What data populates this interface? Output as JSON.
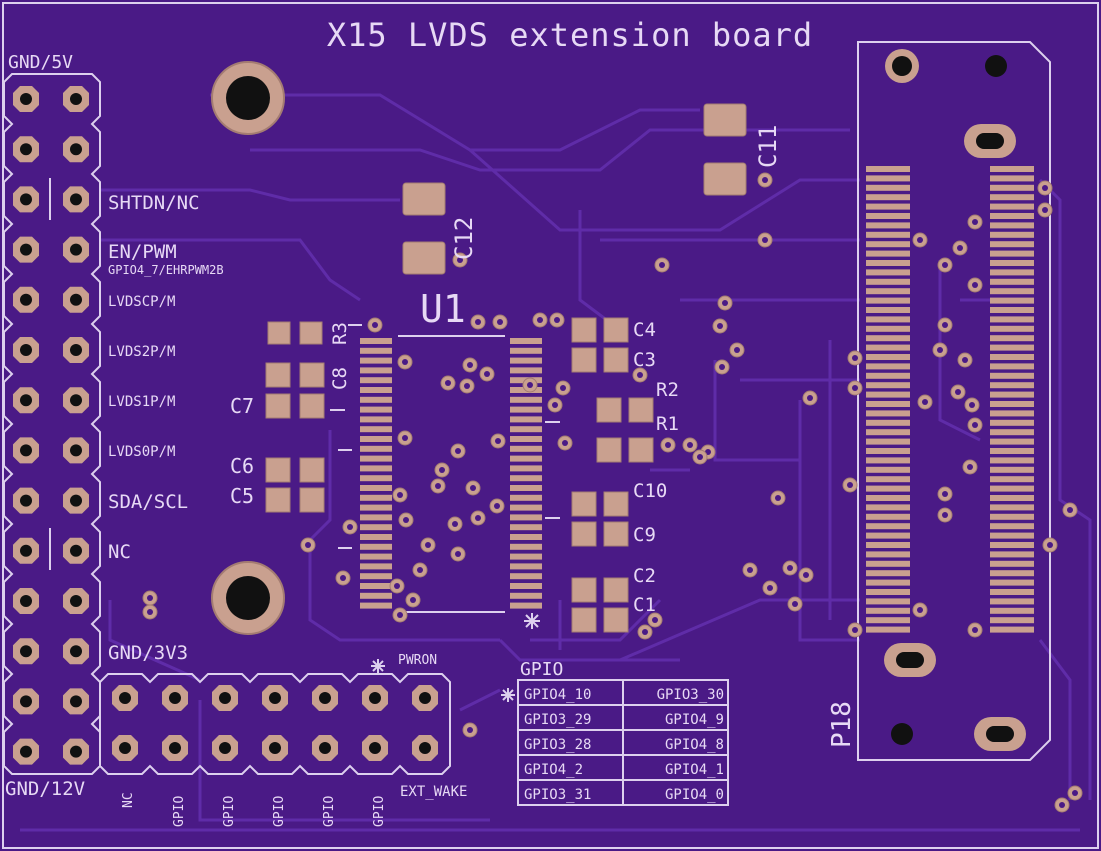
{
  "board": {
    "title": "X15 LVDS extension board",
    "colors": {
      "substrate": "#4a1a86",
      "trace": "#5f2ca8",
      "silkscreen": "#ddd0ee",
      "pad": "#c9a08f",
      "pad_edge": "#a47c72",
      "hole": "#111111"
    }
  },
  "header_labels": {
    "gnd_5v": "GND/5V",
    "shtdn_nc": "SHTDN/NC",
    "en_pwm": "EN/PWM",
    "gpio_ehrpwm": "GPIO4_7/EHRPWM2B",
    "lvdscp": "LVDSCP/M",
    "lvds2p": "LVDS2P/M",
    "lvds1p": "LVDS1P/M",
    "lvds0p": "LVDS0P/M",
    "sda_scl": "SDA/SCL",
    "nc": "NC",
    "gnd_3v3": "GND/3V3",
    "gnd_12v": "GND/12V"
  },
  "bottom_header_labels": {
    "nc": "NC",
    "gpio": "GPIO",
    "ext_wake": "EXT_WAKE",
    "pwron": "PWRON"
  },
  "designators": {
    "u1": "U1",
    "r1": "R1",
    "r2": "R2",
    "r3": "R3",
    "c1": "C1",
    "c2": "C2",
    "c3": "C3",
    "c4": "C4",
    "c5": "C5",
    "c6": "C6",
    "c7": "C7",
    "c8": "C8",
    "c9": "C9",
    "c10": "C10",
    "c11": "C11",
    "c12": "C12",
    "p18": "P18"
  },
  "gpio_table": {
    "title": "GPIO",
    "rows": [
      [
        "GPIO4_10",
        "GPIO3_30"
      ],
      [
        "GPIO3_29",
        "GPIO4_9"
      ],
      [
        "GPIO3_28",
        "GPIO4_8"
      ],
      [
        "GPIO4_2",
        "GPIO4_1"
      ],
      [
        "GPIO3_31",
        "GPIO4_0"
      ]
    ]
  }
}
